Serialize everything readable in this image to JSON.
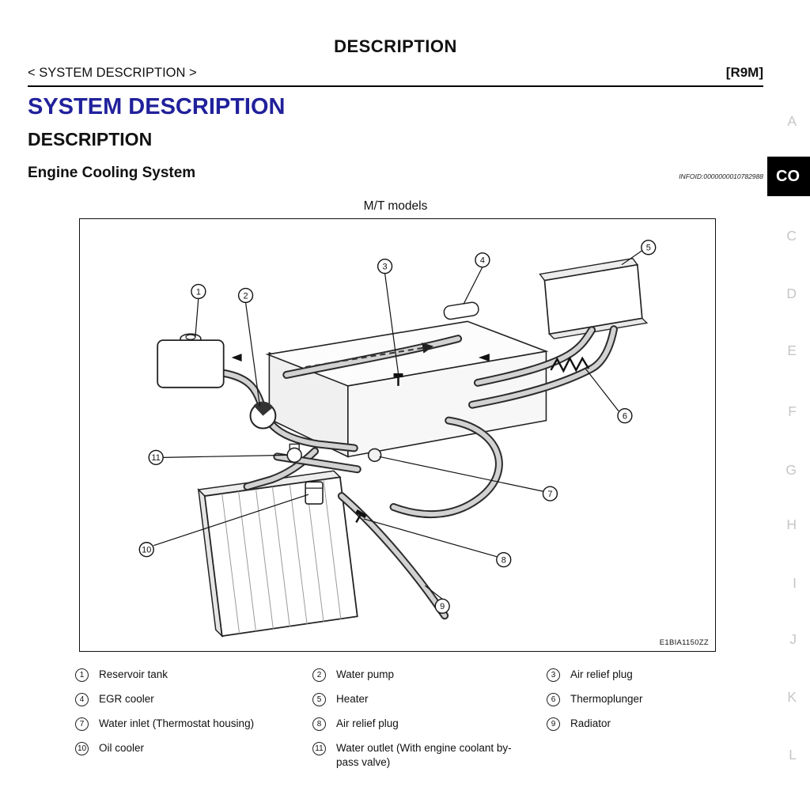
{
  "colors": {
    "accent_blue": "#21219c",
    "index_gray": "#c6c6c6"
  },
  "header": {
    "page_title": "DESCRIPTION",
    "breadcrumb": "< SYSTEM DESCRIPTION >",
    "engine_code": "[R9M]"
  },
  "content": {
    "section_title": "SYSTEM DESCRIPTION",
    "subsection_title": "DESCRIPTION",
    "topic_title": "Engine Cooling System",
    "infoid": "INFOID:0000000010782988"
  },
  "figure": {
    "caption": "M/T models",
    "code": "E1BIA1150ZZ",
    "callouts": [
      "1",
      "2",
      "3",
      "4",
      "5",
      "6",
      "7",
      "8",
      "9",
      "10",
      "11"
    ]
  },
  "legend": {
    "items": [
      {
        "num": "1",
        "label": "Reservoir tank"
      },
      {
        "num": "2",
        "label": "Water pump"
      },
      {
        "num": "3",
        "label": "Air relief plug"
      },
      {
        "num": "4",
        "label": "EGR cooler"
      },
      {
        "num": "5",
        "label": "Heater"
      },
      {
        "num": "6",
        "label": "Thermoplunger"
      },
      {
        "num": "7",
        "label": "Water inlet (Thermostat housing)"
      },
      {
        "num": "8",
        "label": "Air relief plug"
      },
      {
        "num": "9",
        "label": "Radiator"
      },
      {
        "num": "10",
        "label": "Oil cooler"
      },
      {
        "num": "11",
        "label": "Water outlet (With engine coolant by-pass valve)"
      }
    ]
  },
  "side_index": {
    "items": [
      {
        "label": "A",
        "active": false
      },
      {
        "label": "CO",
        "active": true
      },
      {
        "label": "C",
        "active": false
      },
      {
        "label": "D",
        "active": false
      },
      {
        "label": "E",
        "active": false
      },
      {
        "label": "F",
        "active": false
      },
      {
        "label": "G",
        "active": false
      },
      {
        "label": "H",
        "active": false
      },
      {
        "label": "I",
        "active": false
      },
      {
        "label": "J",
        "active": false
      },
      {
        "label": "K",
        "active": false
      },
      {
        "label": "L",
        "active": false
      }
    ]
  }
}
